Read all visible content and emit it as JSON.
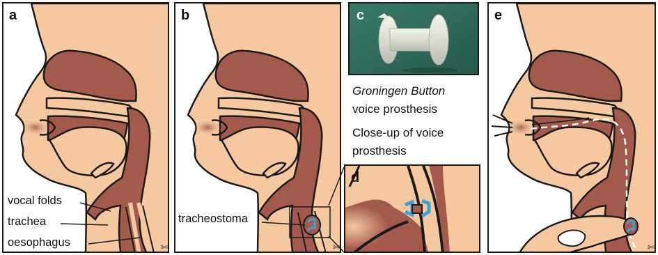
{
  "panels": {
    "a": "a",
    "b": "b",
    "c": "c",
    "d": "d",
    "e": "e"
  },
  "labels": {
    "vocal_folds": "vocal folds",
    "trachea": "trachea",
    "oesophagus": "oesophagus",
    "tracheostoma": "tracheostoma"
  },
  "captions": {
    "groningen": "Groningen Button",
    "voice_prosthesis": "voice prosthesis",
    "closeup_line1": "Close-up of voice",
    "closeup_line2": "prosthesis"
  },
  "colors": {
    "skin": "#f6c8a0",
    "tissue": "#a35a4c",
    "prosthesis": "#3ba3d8",
    "photo_bg": "#2f6b5b",
    "outline": "#1a1a1a"
  }
}
